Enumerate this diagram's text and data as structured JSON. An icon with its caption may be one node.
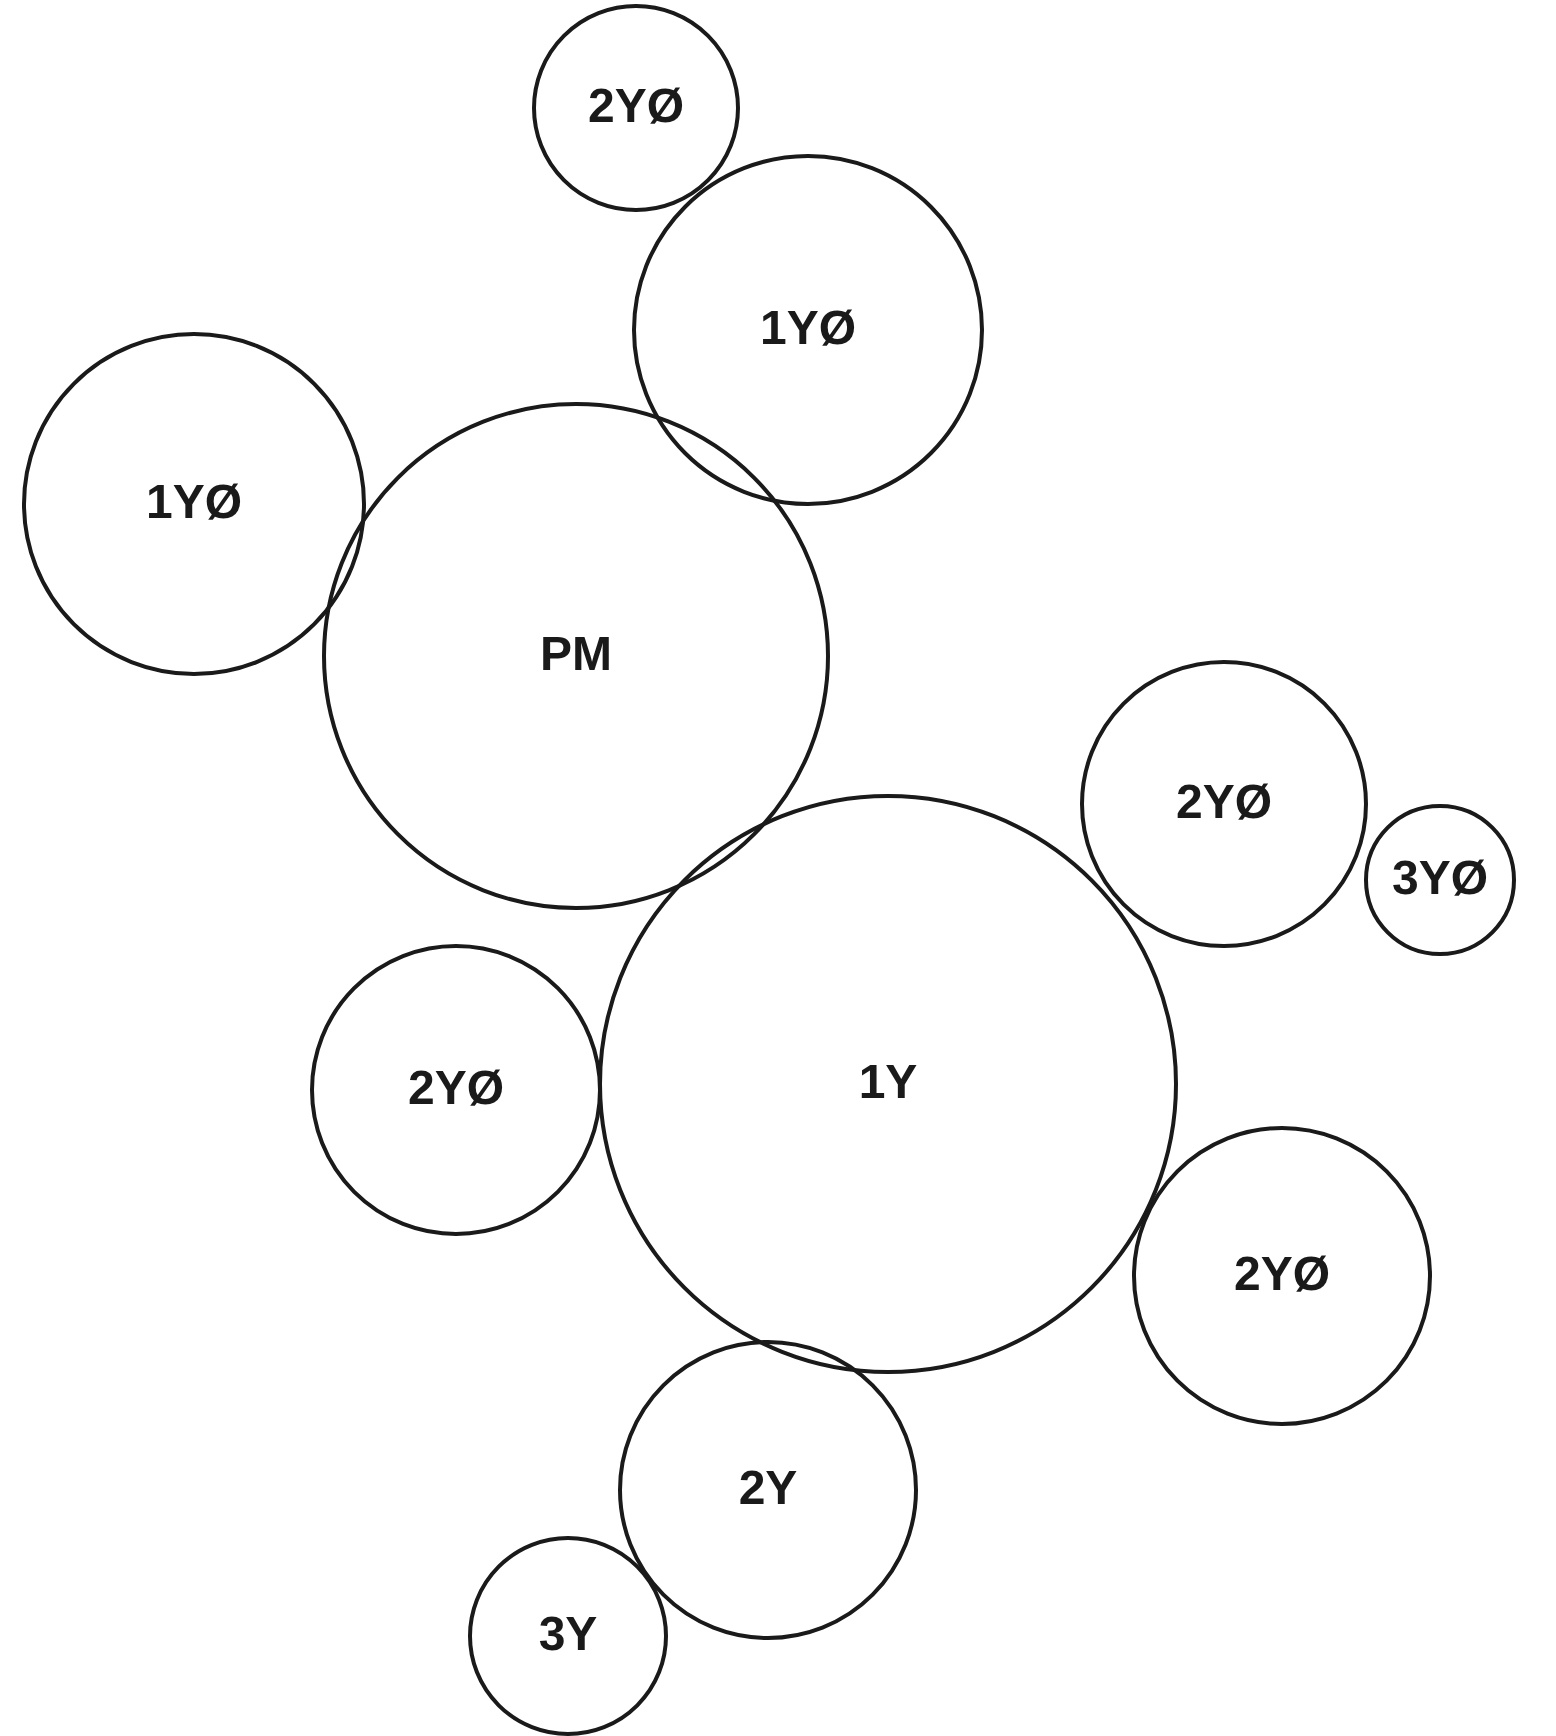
{
  "diagram": {
    "nodes": [
      {
        "text": [
          "2YØ"
        ]
      },
      {
        "text": [
          "1YØ"
        ]
      },
      {
        "text": [
          "1YØ"
        ]
      },
      {
        "text": [
          "PM"
        ]
      },
      {
        "text": [
          "2YØ"
        ]
      },
      {
        "text": [
          "3YØ"
        ]
      },
      {
        "text": [
          "2YØ"
        ]
      },
      {
        "text": [
          "1Y"
        ]
      },
      {
        "text": [
          "2YØ"
        ]
      },
      {
        "text": [
          "2Y"
        ]
      },
      {
        "text": [
          "3Y"
        ]
      }
    ]
  }
}
